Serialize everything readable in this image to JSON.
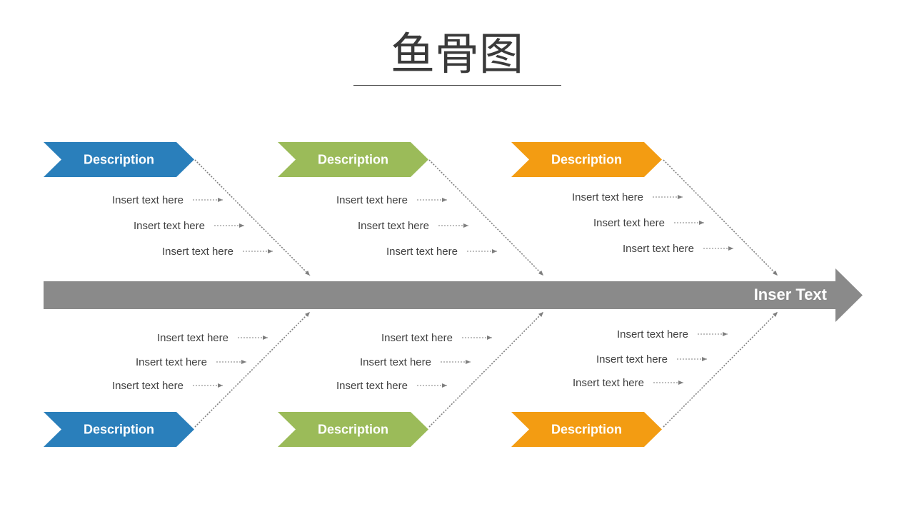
{
  "title": "鱼骨图",
  "spine": {
    "label": "Inser Text",
    "color": "#8a8a8a"
  },
  "branches": [
    {
      "position": "top",
      "label": "Description",
      "color": "#2a7fbb",
      "items": [
        "Insert text here",
        "Insert text here",
        "Insert text here"
      ]
    },
    {
      "position": "top",
      "label": "Description",
      "color": "#9bbb59",
      "items": [
        "Insert text here",
        "Insert text here",
        "Insert text here"
      ]
    },
    {
      "position": "top",
      "label": "Description",
      "color": "#f39c12",
      "items": [
        "Insert text here",
        "Insert text here",
        "Insert text here"
      ]
    },
    {
      "position": "bottom",
      "label": "Description",
      "color": "#2a7fbb",
      "items": [
        "Insert text here",
        "Insert text here",
        "Insert text here"
      ]
    },
    {
      "position": "bottom",
      "label": "Description",
      "color": "#9bbb59",
      "items": [
        "Insert text here",
        "Insert text here",
        "Insert text here"
      ]
    },
    {
      "position": "bottom",
      "label": "Description",
      "color": "#f39c12",
      "items": [
        "Insert text here",
        "Insert text here",
        "Insert text here"
      ]
    }
  ],
  "line_color": "#7f7f7f"
}
